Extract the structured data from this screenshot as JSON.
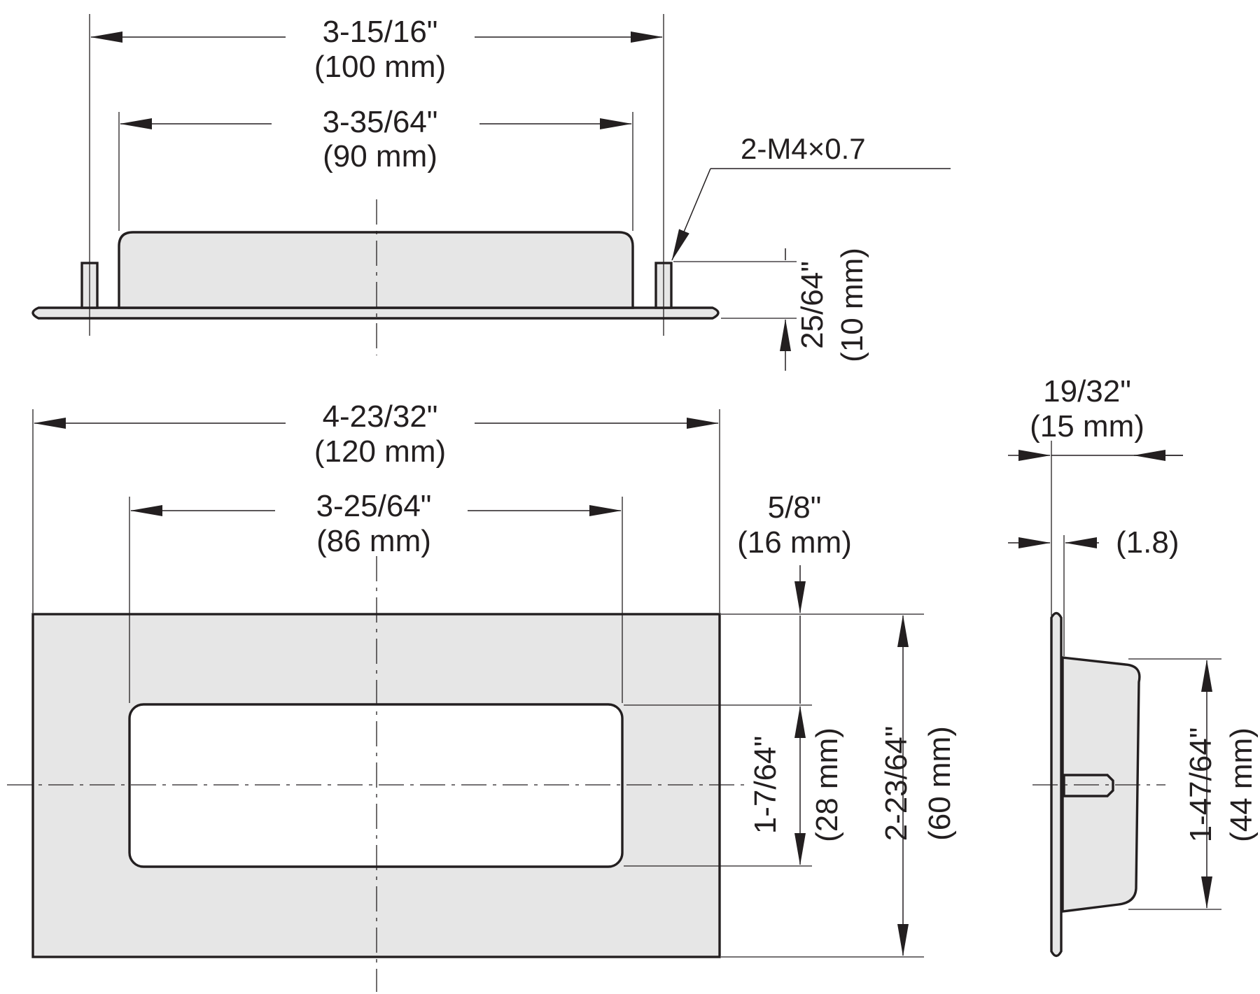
{
  "drawing": {
    "colors": {
      "line": "#231f20",
      "part_fill": "#e6e6e6",
      "background": "#ffffff"
    },
    "dimensions": {
      "mount_hole_spacing": {
        "inch": "3-15/16\"",
        "mm": "(100 mm)"
      },
      "cup_length": {
        "inch": "3-35/64\"",
        "mm": "(90 mm)"
      },
      "thread": {
        "label": "2-M4×0.7"
      },
      "stud_height": {
        "inch": "25/64\"",
        "mm": "(10 mm)"
      },
      "overall_length": {
        "inch": "4-23/32\"",
        "mm": "(120 mm)"
      },
      "recess_length": {
        "inch": "3-25/64\"",
        "mm": "(86 mm)"
      },
      "recess_offset": {
        "inch": "5/8\"",
        "mm": "(16 mm)"
      },
      "overall_depth": {
        "inch": "19/32\"",
        "mm": "(15 mm)"
      },
      "flange_thickness": {
        "label": "(1.8)"
      },
      "recess_width": {
        "inch": "1-7/64\"",
        "mm": "(28 mm)"
      },
      "overall_width": {
        "inch": "2-23/64\"",
        "mm": "(60 mm)"
      },
      "cup_height": {
        "inch": "1-47/64\"",
        "mm": "(44 mm)"
      }
    }
  }
}
